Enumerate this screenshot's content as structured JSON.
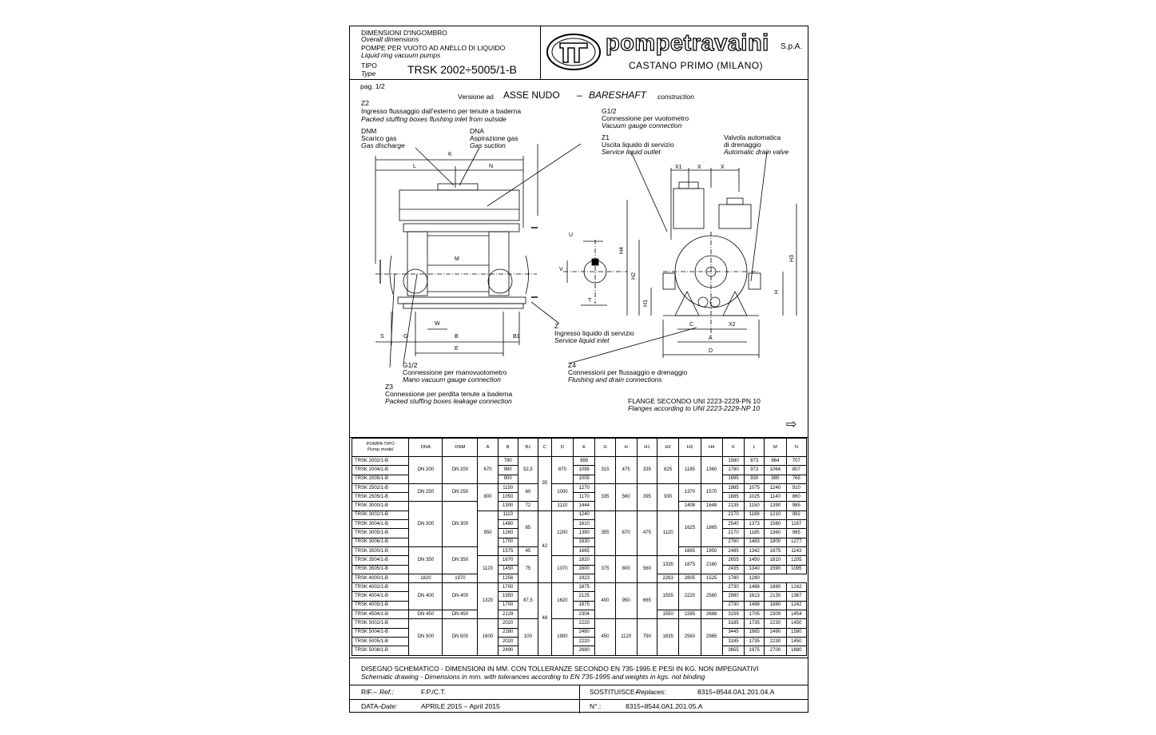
{
  "header": {
    "dim_it": "DIMENSIONI D'INGOMBRO",
    "dim_en": "Overall dimensions",
    "pump_it": "POMPE PER VUOTO AD ANELLO DI LIQUIDO",
    "pump_en": "Liquid ring vacuum pumps",
    "tipo_it": "TIPO",
    "tipo_en": "Type",
    "tipo_value": "TRSK 2002÷5005/1-B",
    "brand": "pompetravaini",
    "brand_suffix": "S.p.A.",
    "location": "CASTANO PRIMO   (MILANO)"
  },
  "drawing": {
    "page": "pag. 1/2",
    "version_prefix": "Versione ad",
    "version_it": "ASSE NUDO",
    "version_dash": "–",
    "version_en": "BARESHAFT",
    "version_suffix": "construction",
    "z2_code": "Z2",
    "z2_it": "Ingresso flussaggio dall'esterno per tenute a baderna",
    "z2_en": "Packed stuffing boxes flushing inlet from outside",
    "dnm_code": "DNM",
    "dnm_it": "Scarico gas",
    "dnm_en": "Gas discharge",
    "dna_code": "DNA",
    "dna_it": "Aspirazione gas",
    "dna_en": "Gas suction",
    "g12a_code": "G1/2",
    "g12a_it": "Connessione per vuotometro",
    "g12a_en": "Vacuum gauge connection",
    "z1_code": "Z1",
    "z1_it": "Uscita liquido di servizio",
    "z1_en": "Service liquid outlet",
    "valve_it1": "Valvola automatica",
    "valve_it2": "di drenaggio",
    "valve_en": "Automatic drain valve",
    "z_code": "Z",
    "z_it": "Ingresso liquido di servizio",
    "z_en": "Service liquid inlet",
    "g12b_code": "G1/2",
    "g12b_it": "Connessione per manovuotometro",
    "g12b_en": "Mano vacuum gauge connection",
    "z3_code": "Z3",
    "z3_it": "Connessione per perdita tenute a baderna",
    "z3_en": "Packed stuffing boxes leakage connection",
    "z4_code": "Z4",
    "z4_it": "Connessioni per flussaggio e drenaggio",
    "z4_en": "Flushing and drain connections",
    "flange_it": "FLANGE SECONDO UNI 2223-2229-PN 10",
    "flange_en": "Flanges according to UNI 2223-2229-NP 10",
    "arrow": "⇨",
    "dim_labels": {
      "K": "K",
      "L": "L",
      "N": "N",
      "M": "M",
      "S": "S",
      "G": "G",
      "W": "W",
      "B": "B",
      "B1": "B1",
      "E": "E",
      "U": "U",
      "V": "V",
      "T": "T",
      "X1": "X1",
      "X": "X",
      "H4": "H4",
      "H3": "H3",
      "H2": "H2",
      "H1": "H1",
      "H": "H",
      "C": "C",
      "X2": "X2",
      "A": "A",
      "D": "D"
    }
  },
  "table": {
    "headers": [
      "POMPA TIPO",
      "Pump model",
      "DNA",
      "DNM",
      "A",
      "B",
      "B1",
      "C",
      "D",
      "E",
      "G",
      "H",
      "H1",
      "H2",
      "H3",
      "H4",
      "K",
      "L",
      "M",
      "N"
    ],
    "models": [
      "TRSK 2002/1-B",
      "TRSK 2004/1-B",
      "TRSK 2005/1-B",
      "TRSK 2502/1-B",
      "TRSK 2505/1-B",
      "TRSK 3000/1-B",
      "TRSK 3002/1-B",
      "TRSK 3004/1-B",
      "TRSK 3005/1-B",
      "TRSK 3006/1-B",
      "TRSK 3500/1-B",
      "TRSK 3504/1-B",
      "TRSK 3505/1-B",
      "TRSK 4000/1-B",
      "TRSK 4002/1-B",
      "TRSK 4004/1-B",
      "TRSK 4005/1-B",
      "TRSK 4504/1-B",
      "TRSK 5002/1-B",
      "TRSK 5004/1-B",
      "TRSK 5005/1-B",
      "TRSK 5008/1-B"
    ],
    "B": [
      "790",
      "990",
      "900",
      "1150",
      "1050",
      "1300",
      "1110",
      "1480",
      "1260",
      "1700",
      "1575",
      "1670",
      "1450",
      "1820",
      "1700",
      "1950",
      "1700",
      "2129",
      "2020",
      "2280",
      "2020",
      "2490"
    ],
    "E": [
      "895",
      "1095",
      "1005",
      "1270",
      "1170",
      "1444",
      "1240",
      "1610",
      "1390",
      "1830",
      "1665",
      "1820",
      "1600",
      "1970",
      "1875",
      "2125",
      "1875",
      "2304",
      "2220",
      "2480",
      "2220",
      "2690"
    ],
    "K": [
      "1580",
      "1780",
      "1695",
      "1985",
      "1885",
      "2135",
      "2170",
      "2540",
      "2170",
      "2760",
      "2485",
      "2655",
      "2435",
      "2805",
      "2730",
      "2980",
      "2730",
      "3159",
      "3185",
      "3445",
      "3185",
      "3655"
    ],
    "L": [
      "873",
      "973",
      "930",
      "1075",
      "1025",
      "1150",
      "1188",
      "1373",
      "1185",
      "1483",
      "1342",
      "1450",
      "1340",
      "1525",
      "1488",
      "1613",
      "1488",
      "1705",
      "1735",
      "1865",
      "1735",
      "1975"
    ],
    "M": [
      "864",
      "1064",
      "980",
      "1240",
      "1140",
      "1390",
      "1210",
      "1580",
      "1360",
      "1800",
      "1675",
      "1810",
      "1590",
      "1780",
      "1880",
      "2130",
      "1880",
      "2309",
      "2230",
      "2490",
      "2230",
      "2700"
    ],
    "N": [
      "707",
      "807",
      "765",
      "910",
      "860",
      "985",
      "982",
      "1167",
      "985",
      "1277",
      "1143",
      "1205",
      "1095",
      "1280",
      "1242",
      "1367",
      "1242",
      "1454",
      "1450",
      "1580",
      "1450",
      "1680"
    ],
    "g": {
      "dn200": "DN 200",
      "dn250": "DN 250",
      "dn300": "DN 300",
      "dn350": "DN 350",
      "dn400": "DN 400",
      "dn450": "DN 450",
      "dn500": "DN 500",
      "a670": "670",
      "a800": "800",
      "a950": "950",
      "a1120": "1120",
      "a1320": "1320",
      "a1600": "1600",
      "b1_525": "52,5",
      "b1_60": "60",
      "b1_72": "72",
      "b1_65": "65",
      "b1_45": "45",
      "b1_75": "75",
      "b1_875": "87,5",
      "b1_100": "100",
      "c35": "35",
      "c42": "42",
      "c48": "48",
      "d870": "870",
      "d1000": "1000",
      "d1110": "1110",
      "d1200": "1200",
      "d1370": "1370",
      "d1620": "1620",
      "d1900": "1900",
      "g315": "315",
      "g335": "335",
      "g355": "355",
      "g375": "375",
      "g400": "400",
      "g450": "450",
      "h475": "475",
      "h560": "560",
      "h670": "670",
      "h800": "800",
      "h950": "950",
      "h1120": "1120",
      "h1_335": "335",
      "h1_395": "395",
      "h1_475": "475",
      "h1_560": "560",
      "h1_665": "665",
      "h1_790": "790",
      "h2_825": "825",
      "h2_930": "930",
      "h2_1120": "1120",
      "h2_1256": "1256",
      "h2_1335": "1335",
      "h2_1555": "1555",
      "h2_1550": "1550",
      "h2_1835": "1835",
      "h3_1185": "1185",
      "h3_1370": "1370",
      "h3_1408": "1408",
      "h3_1625": "1625",
      "h3_1665": "1665",
      "h3_1875": "1875",
      "h3_1923": "1923",
      "h3_2220": "2220",
      "h3_2285": "2285",
      "h3_2560": "2560",
      "h4_1360": "1360",
      "h4_1570": "1570",
      "h4_1648": "1648",
      "h4_1865": "1865",
      "h4_1950": "1950",
      "h4_2160": "2160",
      "h4_2263": "2263",
      "h4_2560": "2560",
      "h4_2688": "2688",
      "h4_2965": "2965"
    }
  },
  "footer": {
    "note_it": "DISEGNO SCHEMATICO - DIMENSIONI IN MM. CON TOLLERANZE SECONDO EN 735-1995 E PESI IN KG. NON IMPEGNATIVI",
    "note_en": "Schematic drawing - Dimensions in mm. with tolerances according to EN 735-1995 and weights in kgs. not binding",
    "rif_label_it": "RIF.–",
    "rif_label_en": "Ref.:",
    "rif_value": "F.P./C.T.",
    "replaces_label_it": "SOSTITUISCE–",
    "replaces_label_en": "Replaces:",
    "replaces_value": "8315÷8544.0A1.201.04.A",
    "date_label_it": "DATA–",
    "date_label_en": "Date:",
    "date_value": "APRILE 2015 – April 2015",
    "no_label": "N°.:",
    "no_value": "8315÷8544.0A1.201.05.A"
  }
}
